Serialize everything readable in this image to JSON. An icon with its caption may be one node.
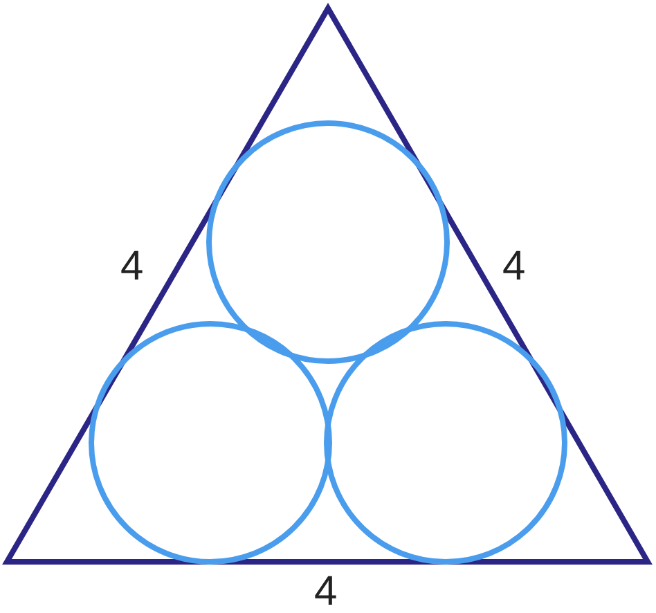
{
  "diagram": {
    "labels": [
      "4",
      "4",
      "4"
    ]
  }
}
